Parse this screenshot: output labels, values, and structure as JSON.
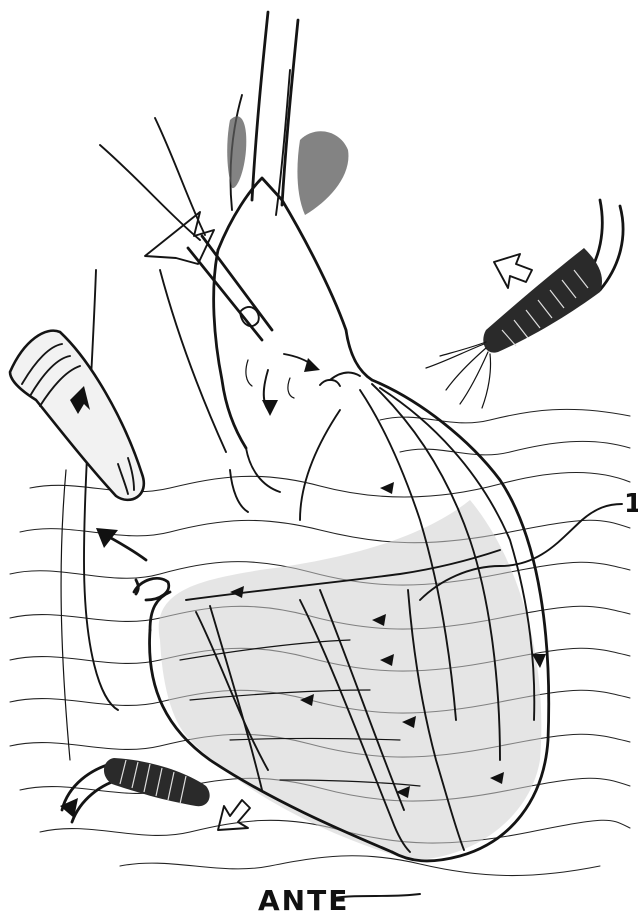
{
  "labels": {
    "bottom_title": "ANTE",
    "right_marker": "1"
  },
  "colors": {
    "ink": "#141414",
    "paper": "#ffffff",
    "shading": "#cfcfcf"
  },
  "icons": [
    "heart-illustration",
    "catheter-inflow-arrow",
    "suction-tip",
    "suction-tube-left",
    "suction-tube-bottom",
    "hollow-arrow"
  ]
}
